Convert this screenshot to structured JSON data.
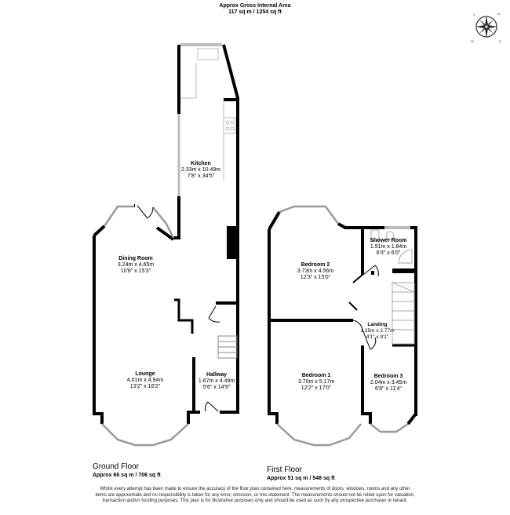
{
  "header": {
    "title": "Approx Gross Internal Area",
    "area": "117 sq m / 1254 sq ft"
  },
  "compass": {
    "icon": "compass-rose-icon",
    "labels": [
      "N",
      "E",
      "S",
      "W"
    ]
  },
  "rooms": {
    "kitchen": {
      "name": "Kitchen",
      "metric": "2.33m x 10.49m",
      "imperial": "7'8\" x 34'5\""
    },
    "dining_room": {
      "name": "Dining Room",
      "metric": "3.24m x 4.65m",
      "imperial": "10'8\" x 15'3\""
    },
    "lounge": {
      "name": "Lounge",
      "metric": "4.01m x 4.94m",
      "imperial": "13'2\" x 16'2\""
    },
    "hallway": {
      "name": "Hallway",
      "metric": "1.67m x 4.49m",
      "imperial": "5'6\" x 14'9\""
    },
    "bedroom_2": {
      "name": "Bedroom 2",
      "metric": "3.73m x 4.56m",
      "imperial": "12'3\" x 15'0\""
    },
    "shower_room": {
      "name": "Shower Room",
      "metric": "1.91m x 1.84m",
      "imperial": "6'3\" x 6'0\""
    },
    "landing": {
      "name": "Landing",
      "metric": "1.25m x 2.77m",
      "imperial": "4'1\" x 9'1\""
    },
    "bedroom_1": {
      "name": "Bedroom 1",
      "metric": "3.70m x 5.17m",
      "imperial": "12'2\" x 17'0\""
    },
    "bedroom_3": {
      "name": "Bedroom 3",
      "metric": "2.04m x 3.45m",
      "imperial": "6'8\" x 11'4\""
    }
  },
  "floors": {
    "ground": {
      "title": "Ground Floor",
      "area": "Approx 66 sq m / 706 sq ft"
    },
    "first": {
      "title": "First Floor",
      "area": "Approx 51 sq m / 548 sq ft"
    }
  },
  "disclaimer": "Whilst every attempt has been made to ensure the accuracy of the floor plan contained here, measurements of doors, windows, rooms and any other items are approximate and no responsibility is taken for any error, omission, or mis-statement. The measurements should not be relied upon for valuation, transaction and/or funding purposes. This plan is for illustrative purposes only and should be used as such by any prospective purchaser or tenant."
}
